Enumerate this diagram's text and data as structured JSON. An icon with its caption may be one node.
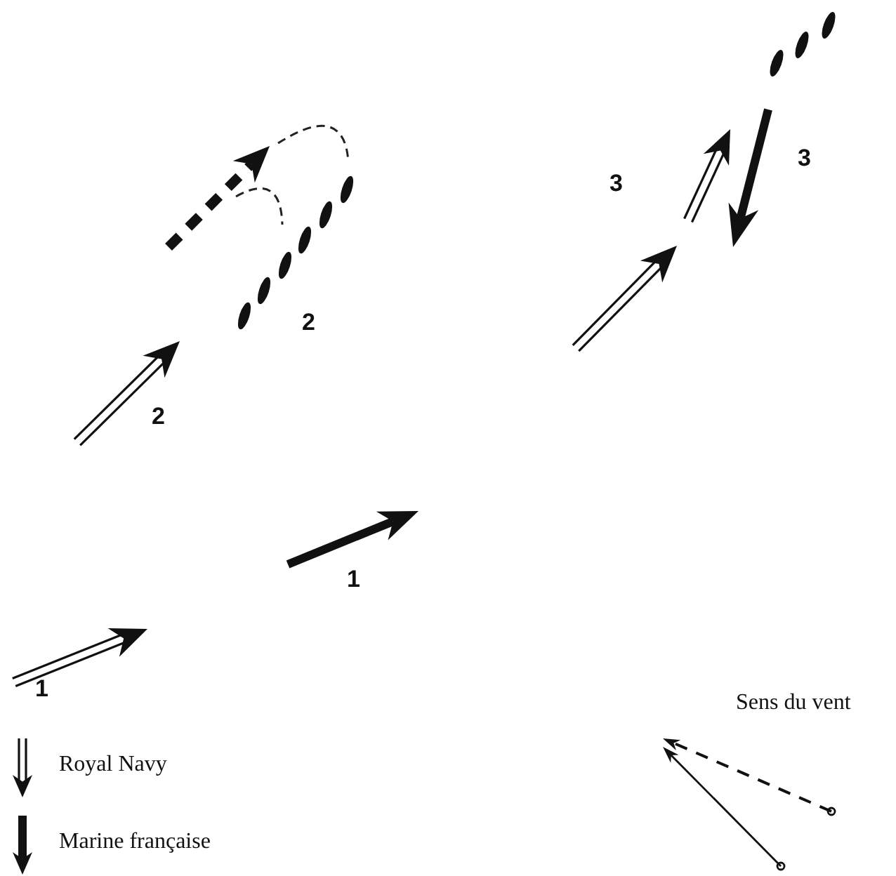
{
  "diagram": {
    "labels": [
      "3",
      "3",
      "2",
      "2",
      "1",
      "1",
      "Sens du vent"
    ],
    "legend": [
      {
        "text": "Royal Navy"
      },
      {
        "text": "Marine française"
      }
    ]
  }
}
